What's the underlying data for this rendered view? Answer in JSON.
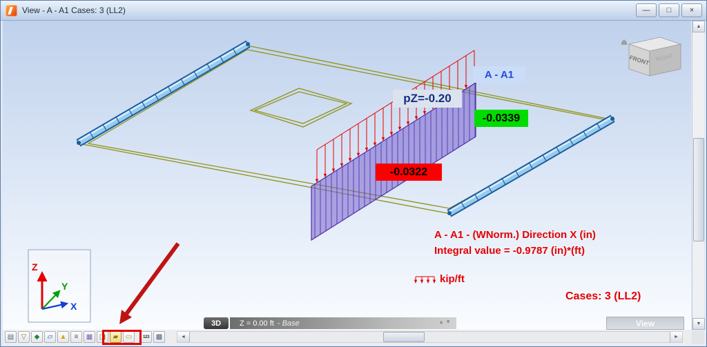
{
  "window": {
    "title": "View - A - A1 Cases: 3 (LL2)",
    "controls": {
      "minimize": "—",
      "maximize": "□",
      "close": "×"
    }
  },
  "scene": {
    "section_name_label": "A - A1",
    "load_value_label": "pZ=-0.20",
    "max_value_label": "-0.0339",
    "min_value_label": "-0.0322",
    "caption_line1": "A - A1 - (WNorm.) Direction X (in)",
    "caption_line2": "Integral value = -0.9787 (in)*(ft)",
    "unit_label": "kip/ft",
    "cases_label": "Cases: 3 (LL2)"
  },
  "colors": {
    "max_value_bg": "#00dc00",
    "min_value_bg": "#fb0000",
    "diagram_fill": "#7c64cd",
    "beam_fill": "#96cbf0",
    "slab_edge": "#8f9217",
    "load_red": "#e60000",
    "annotation_red": "#c01414"
  },
  "viewcube": {
    "front_label": "FRONT",
    "right_label": "RIGHT"
  },
  "axes": {
    "x_label": "X",
    "y_label": "Y",
    "z_label": "Z"
  },
  "statusbar": {
    "mode_label": "3D",
    "z_label": "Z = 0.00 ft",
    "level_label": "- Base",
    "view_tab_label": "View"
  },
  "toolbar": {
    "icons": [
      {
        "name": "structure-display",
        "glyph": "▤"
      },
      {
        "name": "supports-display",
        "glyph": "▽"
      },
      {
        "name": "releases-display",
        "glyph": "◆"
      },
      {
        "name": "bars-display",
        "glyph": "▱"
      },
      {
        "name": "loads-display",
        "glyph": "▲"
      },
      {
        "name": "numbers-display",
        "glyph": "≡"
      },
      {
        "name": "panels-display",
        "glyph": "▦"
      },
      {
        "name": "local-axes-display",
        "glyph": "◨"
      },
      {
        "name": "panel-cuts-display",
        "glyph": "▰"
      },
      {
        "name": "diagram-values-display",
        "glyph": "▭"
      },
      {
        "name": "value-numbers-display",
        "glyph": "123"
      },
      {
        "name": "tables-display",
        "glyph": "▩"
      }
    ]
  },
  "glyphs": {
    "up": "▲",
    "down": "▼",
    "left": "◄",
    "right": "►"
  }
}
